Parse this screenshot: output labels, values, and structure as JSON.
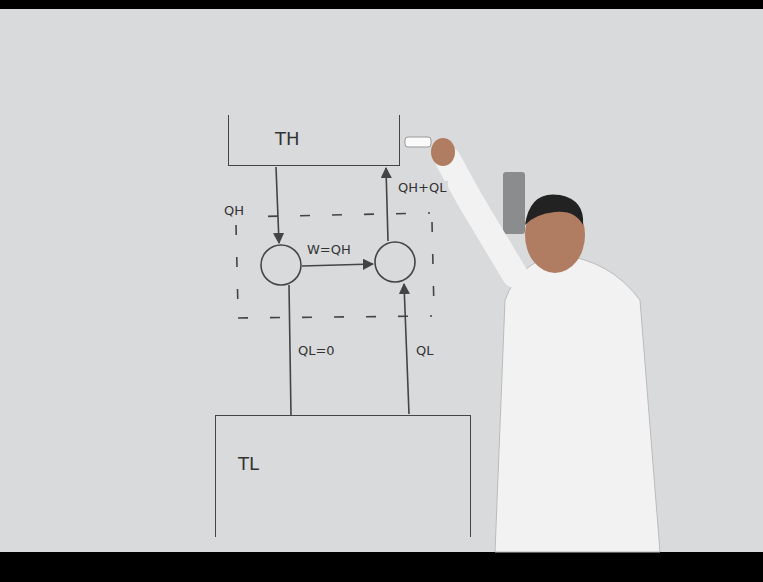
{
  "diagram": {
    "nodes": [
      {
        "text": [
          "TH"
        ]
      },
      {
        "text": [
          "TL"
        ]
      }
    ],
    "labels": [
      "QH",
      "W=QH",
      "QH+QL",
      "QL=0",
      "QL"
    ]
  }
}
